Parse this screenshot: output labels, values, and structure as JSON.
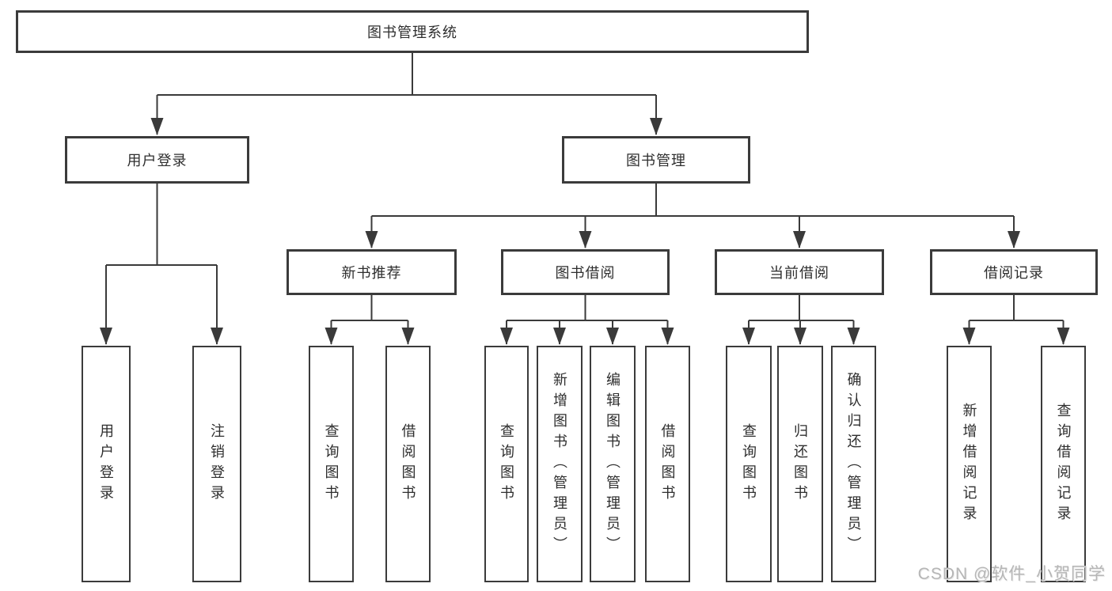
{
  "diagram": {
    "root": {
      "label": "图书管理系统"
    },
    "branches": [
      {
        "label": "用户登录",
        "children": [
          {
            "label": "用户登录"
          },
          {
            "label": "注销登录"
          }
        ]
      },
      {
        "label": "图书管理",
        "children": [
          {
            "label": "新书推荐",
            "children": [
              {
                "label": "查询图书"
              },
              {
                "label": "借阅图书"
              }
            ]
          },
          {
            "label": "图书借阅",
            "children": [
              {
                "label": "查询图书"
              },
              {
                "label": "新增图书（管理员）"
              },
              {
                "label": "编辑图书（管理员）"
              },
              {
                "label": "借阅图书"
              }
            ]
          },
          {
            "label": "当前借阅",
            "children": [
              {
                "label": "查询图书"
              },
              {
                "label": "归还图书"
              },
              {
                "label": "确认归还（管理员）"
              }
            ]
          },
          {
            "label": "借阅记录",
            "children": [
              {
                "label": "新增借阅记录"
              },
              {
                "label": "查询借阅记录"
              }
            ]
          }
        ]
      }
    ]
  },
  "watermark": {
    "text": "CSDN @软件_小贺同学"
  },
  "colors": {
    "line": "#3a3a3a",
    "box_border": "#3b3b3b",
    "text": "#2e2e2e",
    "watermark": "#b6b6b6",
    "background": "#ffffff"
  }
}
